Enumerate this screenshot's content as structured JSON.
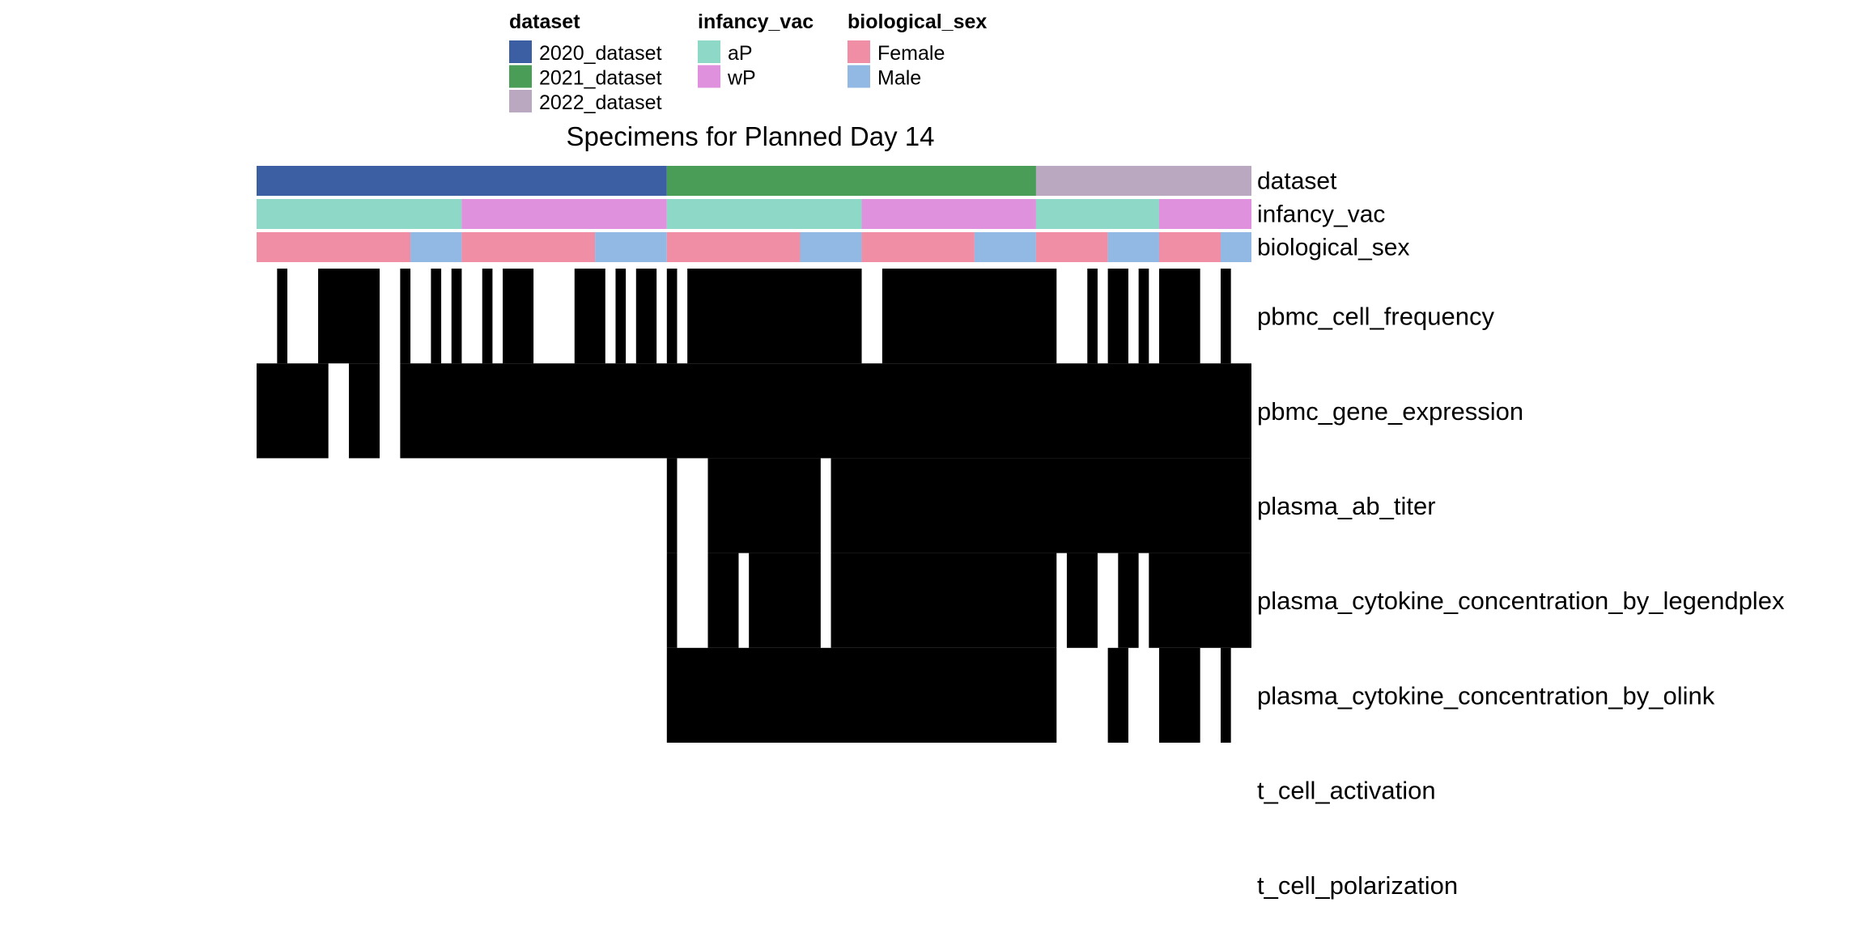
{
  "chart_data": {
    "type": "heatmap",
    "title": "Specimens for Planned Day 14",
    "column_count": 97,
    "legends": [
      {
        "title": "dataset",
        "entries": [
          {
            "label": "2020_dataset",
            "color": "#3C5EA3"
          },
          {
            "label": "2021_dataset",
            "color": "#4A9D57"
          },
          {
            "label": "2022_dataset",
            "color": "#B9A8C0"
          }
        ]
      },
      {
        "title": "infancy_vac",
        "entries": [
          {
            "label": "aP",
            "color": "#8ED8C7"
          },
          {
            "label": "wP",
            "color": "#DF91DD"
          }
        ]
      },
      {
        "title": "biological_sex",
        "entries": [
          {
            "label": "Female",
            "color": "#F08EA5"
          },
          {
            "label": "Male",
            "color": "#92B8E4"
          }
        ]
      }
    ],
    "annotation_tracks": [
      {
        "name": "dataset",
        "segments": [
          {
            "value": "2020_dataset",
            "count": 40,
            "color": "#3C5EA3"
          },
          {
            "value": "2021_dataset",
            "count": 36,
            "color": "#4A9D57"
          },
          {
            "value": "2022_dataset",
            "count": 21,
            "color": "#B9A8C0"
          }
        ]
      },
      {
        "name": "infancy_vac",
        "segments": [
          {
            "value": "aP",
            "count": 20,
            "color": "#8ED8C7"
          },
          {
            "value": "wP",
            "count": 20,
            "color": "#DF91DD"
          },
          {
            "value": "aP",
            "count": 19,
            "color": "#8ED8C7"
          },
          {
            "value": "wP",
            "count": 17,
            "color": "#DF91DD"
          },
          {
            "value": "aP",
            "count": 12,
            "color": "#8ED8C7"
          },
          {
            "value": "wP",
            "count": 9,
            "color": "#DF91DD"
          }
        ]
      },
      {
        "name": "biological_sex",
        "segments": [
          {
            "value": "Female",
            "count": 15,
            "color": "#F08EA5"
          },
          {
            "value": "Male",
            "count": 5,
            "color": "#92B8E4"
          },
          {
            "value": "Female",
            "count": 13,
            "color": "#F08EA5"
          },
          {
            "value": "Male",
            "count": 7,
            "color": "#92B8E4"
          },
          {
            "value": "Female",
            "count": 13,
            "color": "#F08EA5"
          },
          {
            "value": "Male",
            "count": 6,
            "color": "#92B8E4"
          },
          {
            "value": "Female",
            "count": 11,
            "color": "#F08EA5"
          },
          {
            "value": "Male",
            "count": 6,
            "color": "#92B8E4"
          },
          {
            "value": "Female",
            "count": 7,
            "color": "#F08EA5"
          },
          {
            "value": "Male",
            "count": 5,
            "color": "#92B8E4"
          },
          {
            "value": "Female",
            "count": 6,
            "color": "#F08EA5"
          },
          {
            "value": "Male",
            "count": 3,
            "color": "#92B8E4"
          }
        ]
      }
    ],
    "rows": [
      {
        "name": "pbmc_cell_frequency",
        "present_column_ranges": [
          [
            2,
            2
          ],
          [
            6,
            11
          ],
          [
            14,
            14
          ],
          [
            17,
            17
          ],
          [
            19,
            19
          ],
          [
            22,
            22
          ],
          [
            24,
            26
          ],
          [
            31,
            33
          ],
          [
            35,
            35
          ],
          [
            37,
            38
          ],
          [
            40,
            40
          ],
          [
            42,
            58
          ],
          [
            61,
            77
          ],
          [
            81,
            81
          ],
          [
            83,
            84
          ],
          [
            86,
            86
          ],
          [
            88,
            91
          ],
          [
            94,
            94
          ]
        ]
      },
      {
        "name": "pbmc_gene_expression",
        "present_column_ranges": [
          [
            0,
            6
          ],
          [
            9,
            11
          ],
          [
            14,
            96
          ]
        ]
      },
      {
        "name": "plasma_ab_titer",
        "present_column_ranges": [
          [
            40,
            40
          ],
          [
            44,
            54
          ],
          [
            56,
            96
          ]
        ]
      },
      {
        "name": "plasma_cytokine_concentration_by_legendplex",
        "present_column_ranges": [
          [
            40,
            40
          ],
          [
            44,
            46
          ],
          [
            48,
            54
          ],
          [
            56,
            77
          ],
          [
            79,
            81
          ],
          [
            84,
            85
          ],
          [
            87,
            96
          ]
        ]
      },
      {
        "name": "plasma_cytokine_concentration_by_olink",
        "present_column_ranges": [
          [
            40,
            77
          ],
          [
            83,
            84
          ],
          [
            88,
            91
          ],
          [
            94,
            94
          ]
        ]
      },
      {
        "name": "t_cell_activation",
        "present_column_ranges": []
      },
      {
        "name": "t_cell_polarization",
        "present_column_ranges": []
      }
    ],
    "present_color": "#000000",
    "absent_color": "#FFFFFF"
  }
}
